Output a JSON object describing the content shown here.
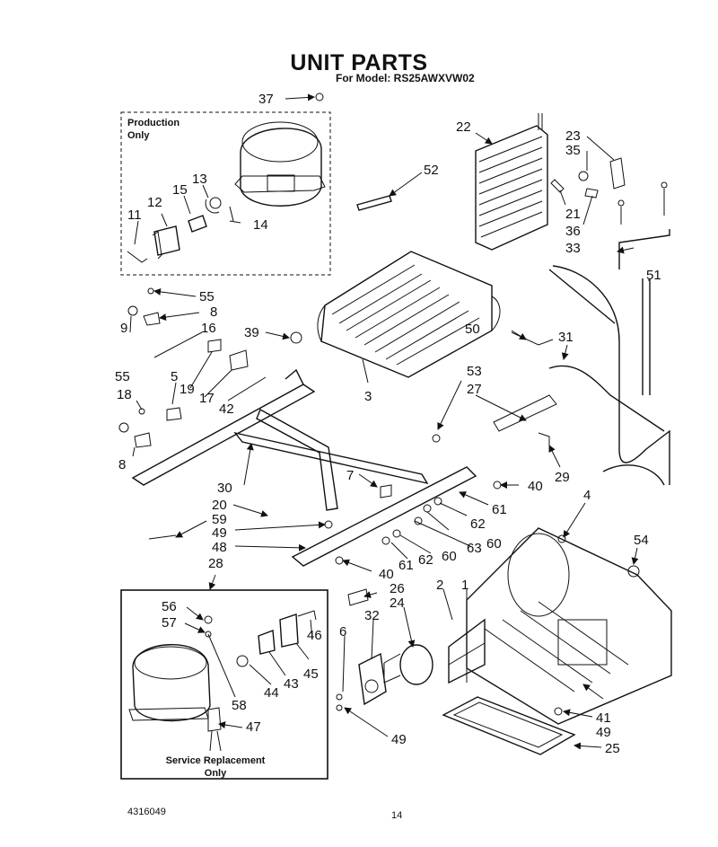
{
  "header": {
    "title": "UNIT PARTS",
    "model_line": "For Model: RS25AWXVW02"
  },
  "boxes": {
    "production_label_line1": "Production",
    "production_label_line2": "Only",
    "service_label_line1": "Service Replacement",
    "service_label_line2": "Only"
  },
  "footer": {
    "doc_number": "4316049",
    "page_number": "14"
  },
  "callouts": [
    "37",
    "22",
    "23",
    "35",
    "52",
    "13",
    "15",
    "12",
    "11",
    "14",
    "21",
    "36",
    "33",
    "51",
    "55",
    "8",
    "16",
    "9",
    "39",
    "50",
    "31",
    "53",
    "27",
    "55",
    "18",
    "5",
    "19",
    "17",
    "42",
    "3",
    "8",
    "30",
    "7",
    "40",
    "29",
    "20",
    "59",
    "49",
    "48",
    "61",
    "62",
    "60",
    "63",
    "60",
    "62",
    "61",
    "40",
    "4",
    "54",
    "28",
    "26",
    "24",
    "56",
    "57",
    "32",
    "1",
    "2",
    "46",
    "45",
    "43",
    "44",
    "58",
    "6",
    "47",
    "41",
    "49",
    "25",
    "49"
  ]
}
